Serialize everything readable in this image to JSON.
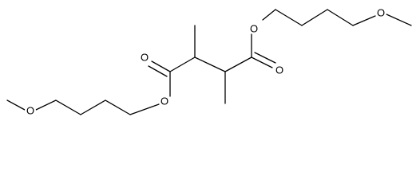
{
  "colors": {
    "background": "#ffffff",
    "bond": "#000000",
    "atom_text": "#000000"
  },
  "atoms": [
    {
      "id": "O_left_ether",
      "label": "O"
    },
    {
      "id": "O_left_ester",
      "label": "O"
    },
    {
      "id": "O_left_carbonyl",
      "label": "O"
    },
    {
      "id": "O_right_ester",
      "label": "O"
    },
    {
      "id": "O_right_carbonyl",
      "label": "O"
    },
    {
      "id": "O_right_ether",
      "label": "O"
    }
  ]
}
